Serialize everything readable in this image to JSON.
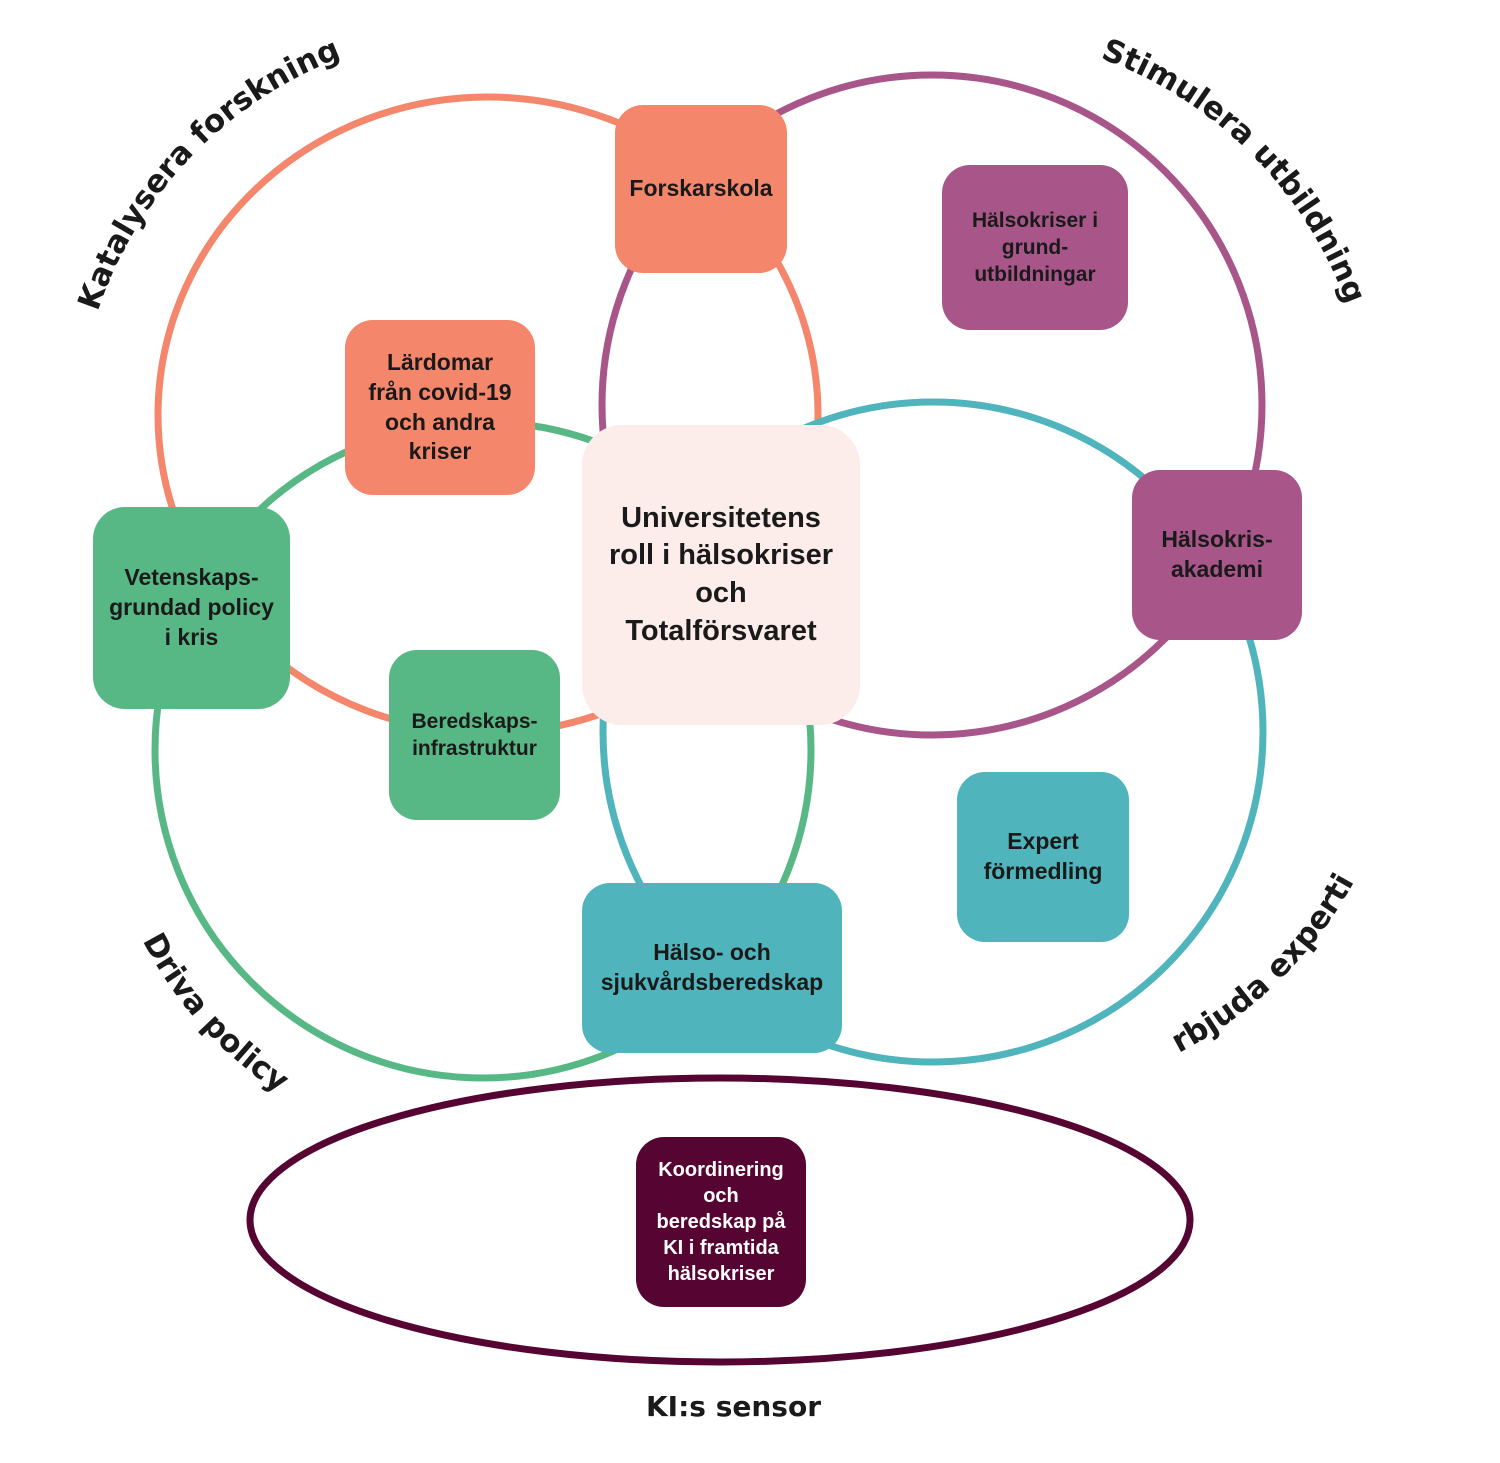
{
  "colors": {
    "research": "#f4866c",
    "education": "#a8558a",
    "policy": "#58b885",
    "expertise": "#4fb4bc",
    "sensor": "#560431",
    "center": "#fcecea"
  },
  "arc_labels": {
    "research": "Katalysera forskning",
    "education": "Stimulera utbildning",
    "policy": "Driva policy",
    "expertise": "Erbjuda expertis"
  },
  "bottom_label": "KI:s sensor",
  "center_box": "Universitetens\nroll i hälsokriser\noch\nTotalförsvaret",
  "boxes": {
    "forskarskola": "Forskarskola",
    "lardomar": "Lärdomar\nfrån covid-19\noch andra\nkriser",
    "halsokriser_grund": "Hälsokriser i\ngrund-\nutbildningar",
    "vetenskaps_policy": "Vetenskaps-\ngrundad policy\ni kris",
    "halsokris_akademi": "Hälsokris-\nakademi",
    "beredskaps_infra": "Beredskaps-\ninfrastruktur",
    "expert_formedling": "Expert\nförmedling",
    "halso_sjukvard": "Hälso- och\nsjukvårdsberedskap",
    "koordinering": "Koordinering\noch\nberedskap på\nKI i framtida\nhälsokriser"
  }
}
